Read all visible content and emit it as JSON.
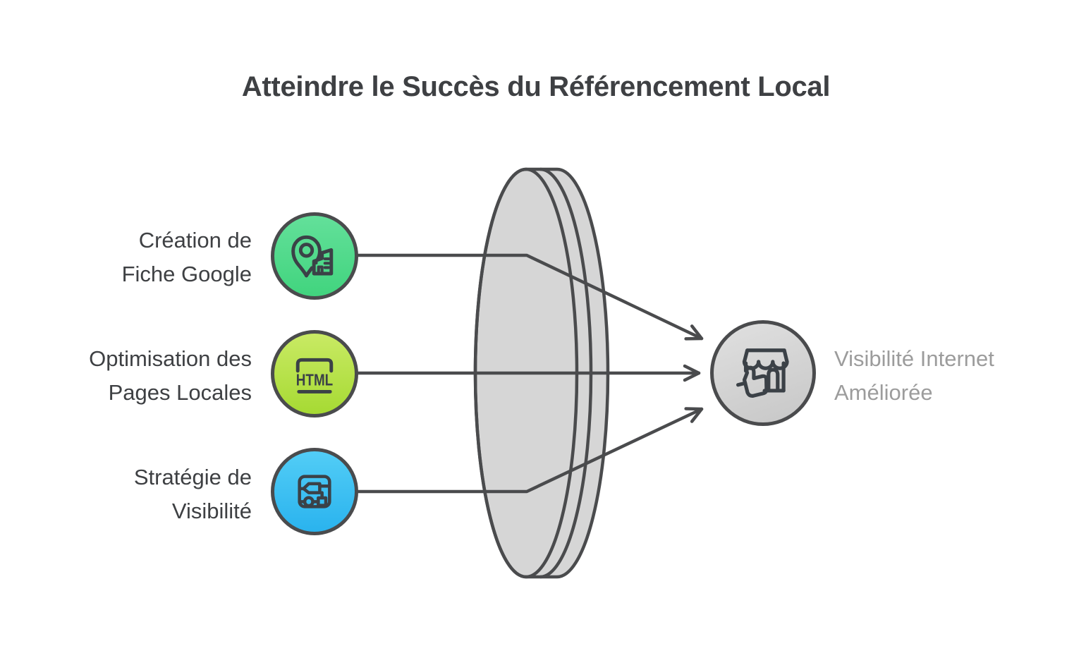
{
  "title": "Atteindre le Succès du Référencement Local",
  "inputs": [
    {
      "lines": [
        "Création de",
        "Fiche Google"
      ],
      "icon": "map-pin-building-icon"
    },
    {
      "lines": [
        "Optimisation des",
        "Pages Locales"
      ],
      "icon": "html-tag-icon",
      "icon_text": "HTML"
    },
    {
      "lines": [
        "Stratégie de",
        "Visibilité"
      ],
      "icon": "map-route-icon"
    }
  ],
  "output": {
    "lines": [
      "Visibilité Internet",
      "Améliorée"
    ],
    "icon": "storefront-thumbs-up-icon"
  },
  "funnel": {
    "shape": "lens-disc",
    "arrow_count": 3
  },
  "colors": {
    "bg": "#ffffff",
    "ink": "#3e4043",
    "muted": "#9c9c9c",
    "stroke": "#4a4b4d",
    "icon_stroke": "#3b4147",
    "lens_fill": "#d6d6d6",
    "green_a": "#63e09a",
    "green_b": "#41d47e",
    "lime_a": "#c9ea64",
    "lime_b": "#a6da33",
    "blue_a": "#52cdf6",
    "blue_b": "#2ab3ee",
    "gray_a": "#e0e0e0",
    "gray_b": "#c7c7c7"
  }
}
